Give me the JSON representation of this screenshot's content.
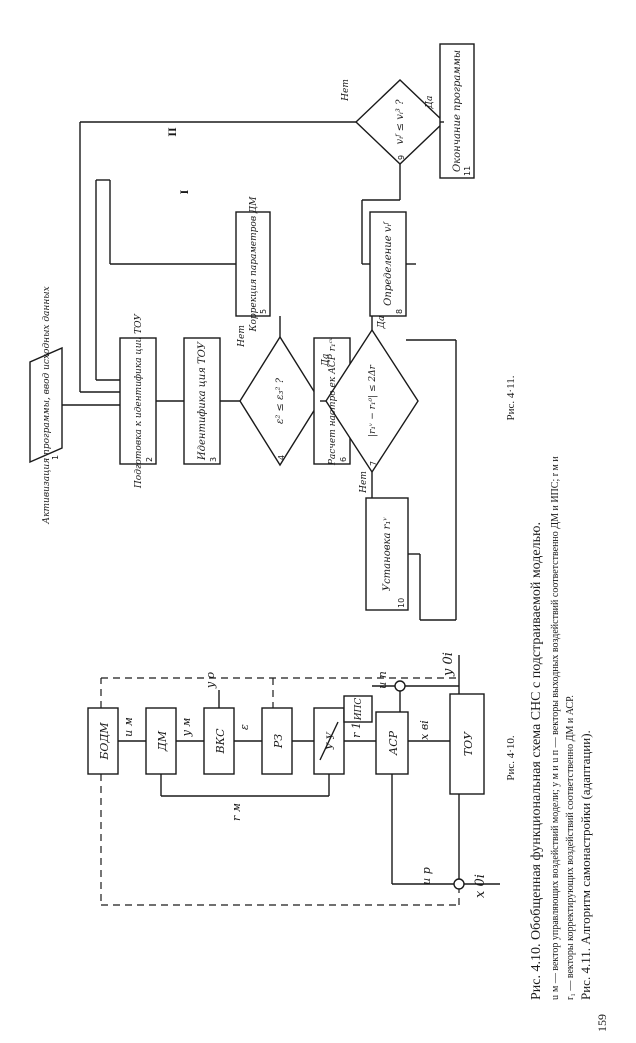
{
  "fig410": {
    "label": "Рис. 4·10.",
    "caption_title": "Рис. 4.10. Обобщенная функциональная схема СНС с подстраиваемой моделью.",
    "caption_line1": "u",
    "caption_text1": "м — вектор управляющих воздействий модели; y м и u п — векторы выходных воздействий соответственно ДМ и ИПС; r м и",
    "caption_text2": "r₁ — векторы корректирующих воздействий соответственно ДМ и АСР.",
    "blocks": {
      "bodm": "БОДМ",
      "dm": "ДМ",
      "vks": "ВКС",
      "rz": "РЗ",
      "uu": "У  У",
      "asr": "АСР",
      "tou": "ТОУ",
      "ips": "ИПС"
    },
    "signals": {
      "um": "u м",
      "ym": "y м",
      "y0": "y о",
      "eps": "ε",
      "r1": "r 1",
      "xbi": "x вi",
      "rm": "r м",
      "up": "u р",
      "un": "u п",
      "x0i": "x 0i",
      "y0i": "y 0i"
    }
  },
  "fig411": {
    "label": "Рис. 4·11.",
    "caption": "Рис. 4.11. Алгоритм самонастройки (адаптации).",
    "blocks": {
      "b1": "Активизация программы, ввод исходных данных",
      "b2": "Подготовка к идентифика ции ТОУ",
      "b3": "Идентифика ция ТОУ",
      "b4": "ε² ≤ ε₃² ?",
      "b5": "Коррекция параметров ДМ",
      "b6": "Расчет настро ек АСР r₁ᶜᵛ",
      "b7": "|r₁ᵛ − r₁⁰| ≤ 2Δr",
      "b8": "Определение vᵢᶠ",
      "b9": "vᵢᶠ ≤ vᵢ³ ?",
      "b10": "Установка r₁ᵛ",
      "b11": "Окончание программы"
    },
    "numbers": [
      "1",
      "2",
      "3",
      "4",
      "5",
      "6",
      "7",
      "8",
      "9",
      "10",
      "11"
    ],
    "labels": {
      "yes": "Да",
      "no": "Нет",
      "loop1": "I",
      "loop2": "II"
    }
  },
  "page_number": "159"
}
